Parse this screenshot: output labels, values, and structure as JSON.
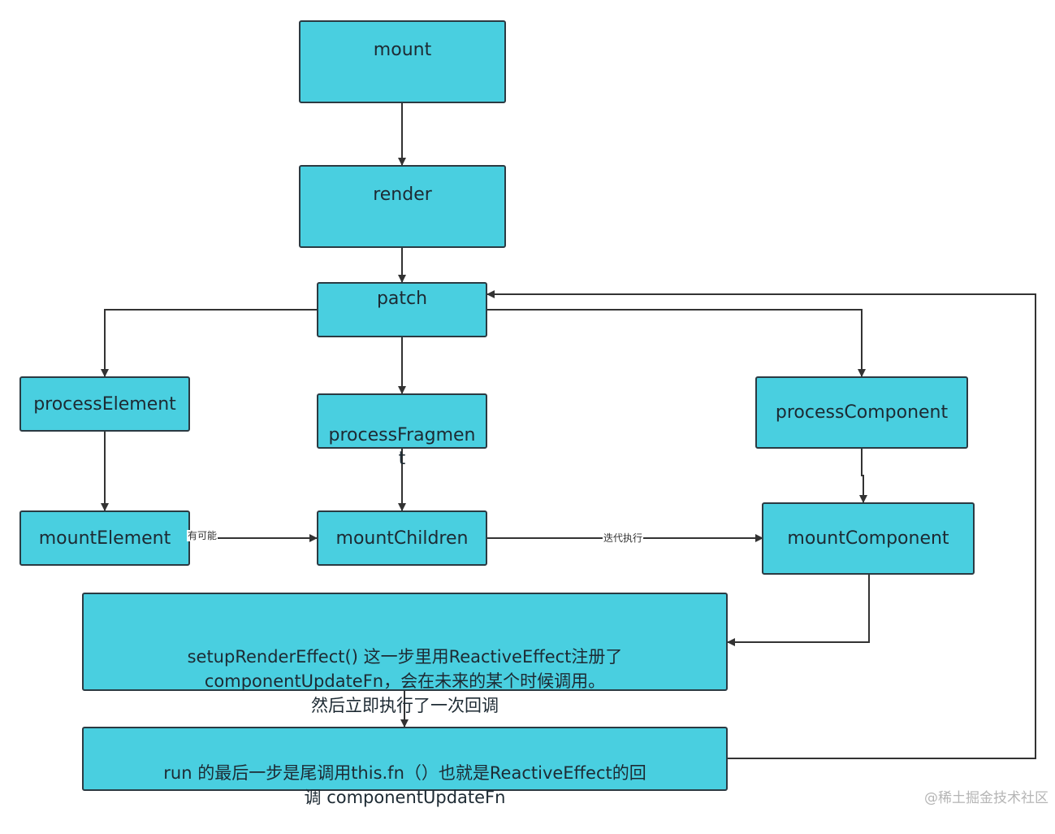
{
  "nodes": {
    "mount": "mount",
    "render": "render",
    "patch": "patch",
    "processElement": "processElement",
    "processFragment": "processFragmen\nt",
    "processComponent": "processComponent",
    "mountElement": "mountElement",
    "mountChildren": "mountChildren",
    "mountComponent": "mountComponent",
    "setupRenderEffect": "setupRenderEffect() 这一步里用ReactiveEffect注册了\ncomponentUpdateFn，会在未来的某个时候调用。\n然后立即执行了一次回调",
    "run": "run 的最后一步是尾调用this.fn（）也就是ReactiveEffect的回\n调 componentUpdateFn"
  },
  "edge_labels": {
    "maybe": "有可能",
    "iterate": "迭代执行"
  },
  "watermark": "@稀土掘金技术社区",
  "colors": {
    "node_fill": "#49cfe0",
    "node_border": "#2b3a42",
    "line": "#333333"
  }
}
